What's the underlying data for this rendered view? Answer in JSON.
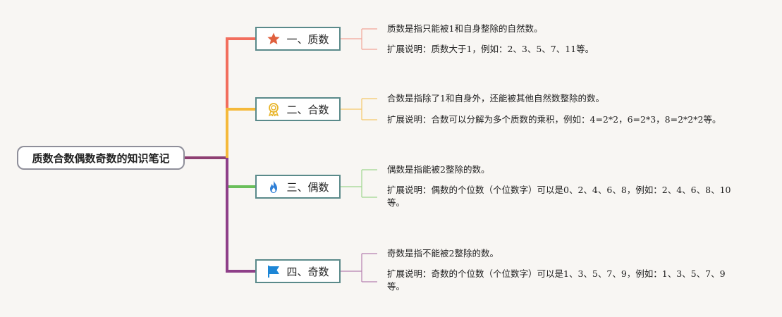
{
  "root": {
    "title": "质数合数偶数奇数的知识笔记"
  },
  "branches": [
    {
      "label": "一、质数",
      "icon": "star-icon",
      "color": "#f26e5d",
      "notes": [
        "质数是指只能被1和自身整除的自然数。",
        "扩展说明：质数大于1，例如：2、3、5、7、11等。"
      ]
    },
    {
      "label": "二、合数",
      "icon": "award-ribbon-icon",
      "color": "#f5b93a",
      "notes": [
        "合数是指除了1和自身外，还能被其他自然数整除的数。",
        "扩展说明：合数可以分解为多个质数的乘积，例如：4=2*2，6=2*3，8=2*2*2等。"
      ]
    },
    {
      "label": "三、偶数",
      "icon": "flame-icon",
      "color": "#6abf5a",
      "notes": [
        "偶数是指能被2整除的数。",
        "扩展说明：偶数的个位数（个位数字）可以是0、2、4、6、8，例如：2、4、6、8、10等。"
      ]
    },
    {
      "label": "四、奇数",
      "icon": "flag-icon",
      "color": "#8e3f88",
      "notes": [
        "奇数是指不能被2整除的数。",
        "扩展说明：奇数的个位数（个位数字）可以是1、3、5、7、9，例如：1、3、5、7、9等。"
      ]
    }
  ],
  "colors": {
    "root_link": "#8e3f72",
    "topic_border": "#5a8a8a"
  }
}
